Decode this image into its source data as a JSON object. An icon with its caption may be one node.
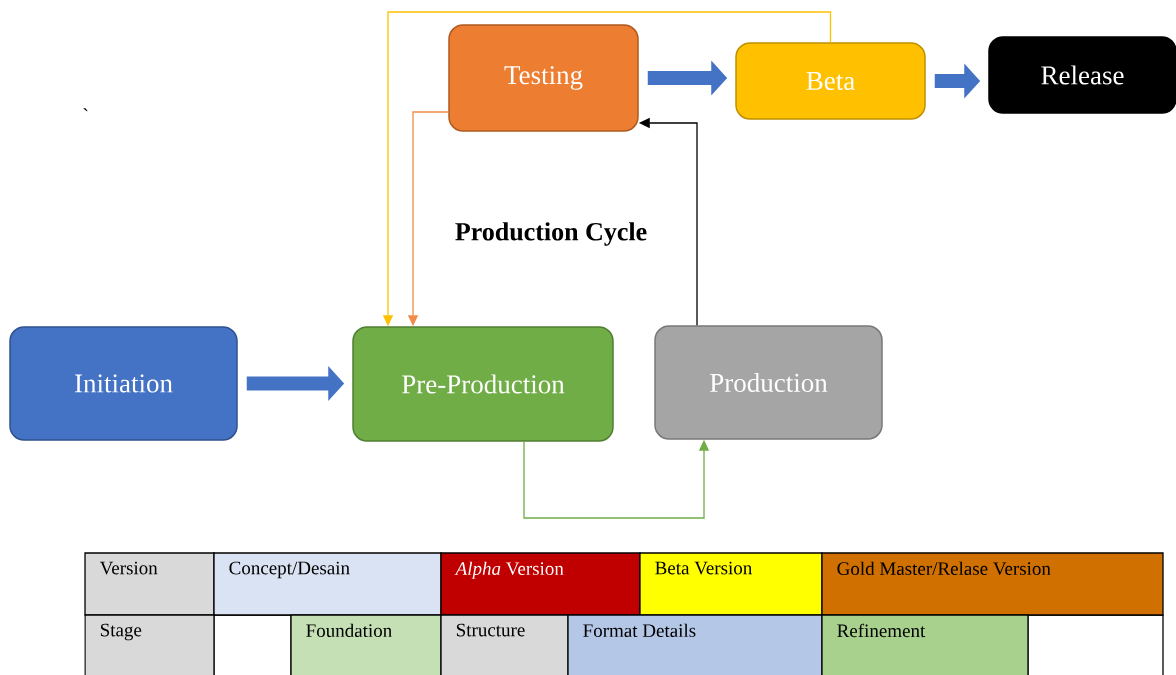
{
  "diagram": {
    "title": "Production Cycle",
    "nodes": [
      {
        "text": [
          "Testing"
        ]
      },
      {
        "text": [
          "Beta"
        ]
      },
      {
        "text": [
          "Release"
        ]
      },
      {
        "text": [
          "Initiation"
        ]
      },
      {
        "text": [
          "Pre-Production"
        ]
      },
      {
        "text": [
          "Production"
        ]
      }
    ],
    "edges": [
      {
        "from": 0,
        "to": 1,
        "arrow": "to",
        "style": "thick"
      },
      {
        "from": 1,
        "to": 2,
        "arrow": "to",
        "style": "thick"
      },
      {
        "from": 3,
        "to": 4,
        "arrow": "to",
        "style": "thick"
      },
      {
        "from": 1,
        "to": 4,
        "arrow": "to",
        "color": "#ffc000"
      },
      {
        "from": 0,
        "to": 4,
        "arrow": "to",
        "color": "#f08c4a"
      },
      {
        "from": 4,
        "to": 5,
        "arrow": "to",
        "color": "#70ad47"
      },
      {
        "from": 5,
        "to": 0,
        "arrow": "to",
        "color": "#000000"
      }
    ],
    "labels": [
      "`",
      "Version",
      "Concept/Desain",
      "*Alpha* Version",
      "Beta Version",
      "Gold Master/Relase Version",
      "Stage",
      "Foundation",
      "Structure",
      "Format Details",
      "Refinement"
    ]
  }
}
